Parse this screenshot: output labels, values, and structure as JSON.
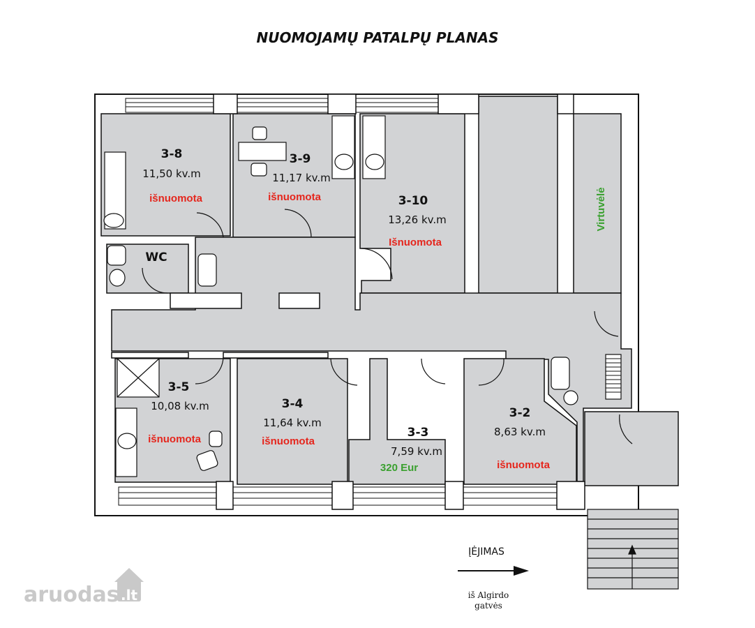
{
  "title": "NUOMOJAMŲ PATALPŲ PLANAS",
  "colors": {
    "floor": "#d2d3d5",
    "wall": "#ffffff",
    "wall_stroke": "#111111",
    "rented": "#e5261d",
    "available": "#3aa02f",
    "kitchen": "#2f8f3a"
  },
  "rooms": [
    {
      "code": "3-8",
      "area": "11,50 kv.m",
      "status": "išnuomota"
    },
    {
      "code": "3-9",
      "area": "11,17 kv.m",
      "status": "išnuomota"
    },
    {
      "code": "3-10",
      "area": "13,26 kv.m",
      "status": "Išnuomota"
    },
    {
      "code": "3-5",
      "area": "10,08 kv.m",
      "status": "išnuomota"
    },
    {
      "code": "3-4",
      "area": "11,64 kv.m",
      "status": "išnuomota"
    },
    {
      "code": "3-3",
      "area": "7,59 kv.m",
      "status": "320 Eur"
    },
    {
      "code": "3-2",
      "area": "8,63 kv.m",
      "status": "išnuomota"
    }
  ],
  "wc": "WC",
  "kitchen": "Virtuvėlė",
  "entrance": {
    "label": "ĮĖJIMAS",
    "from_line1": "iš Algirdo",
    "from_line2": "gatvės"
  },
  "logo": {
    "name": "aruodas",
    "tld": ".lt"
  }
}
